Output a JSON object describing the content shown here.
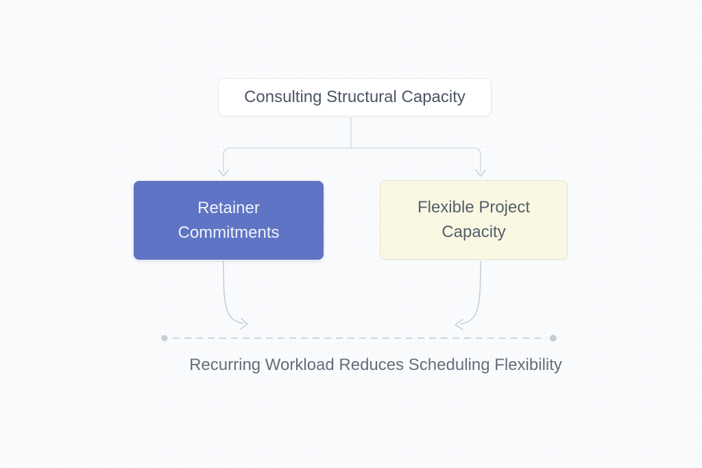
{
  "diagram": {
    "root": {
      "label": "Consulting Structural Capacity"
    },
    "children": [
      {
        "id": "retainer",
        "label": "Retainer Commitments"
      },
      {
        "id": "flexible",
        "label": "Flexible Project Capacity"
      }
    ],
    "caption": "Recurring Workload Reduces Scheduling Flexibility"
  },
  "colors": {
    "canvas-bg": "#fafbfc",
    "root-box-bg": "#ffffff",
    "root-box-border": "#e6e9ee",
    "root-box-text": "#4c5564",
    "retainer-box-bg": "#5f74c4",
    "retainer-box-text": "#f0f3fa",
    "flexible-box-bg": "#faf7e2",
    "flexible-box-border": "#e9e5cf",
    "flexible-box-text": "#545e6c",
    "connector": "#d5d9e1",
    "arrow": "#c9cdd8",
    "dashed-line": "#cbd1e4",
    "end-dot": "#c7cbd6",
    "caption-text": "#646d7a"
  }
}
